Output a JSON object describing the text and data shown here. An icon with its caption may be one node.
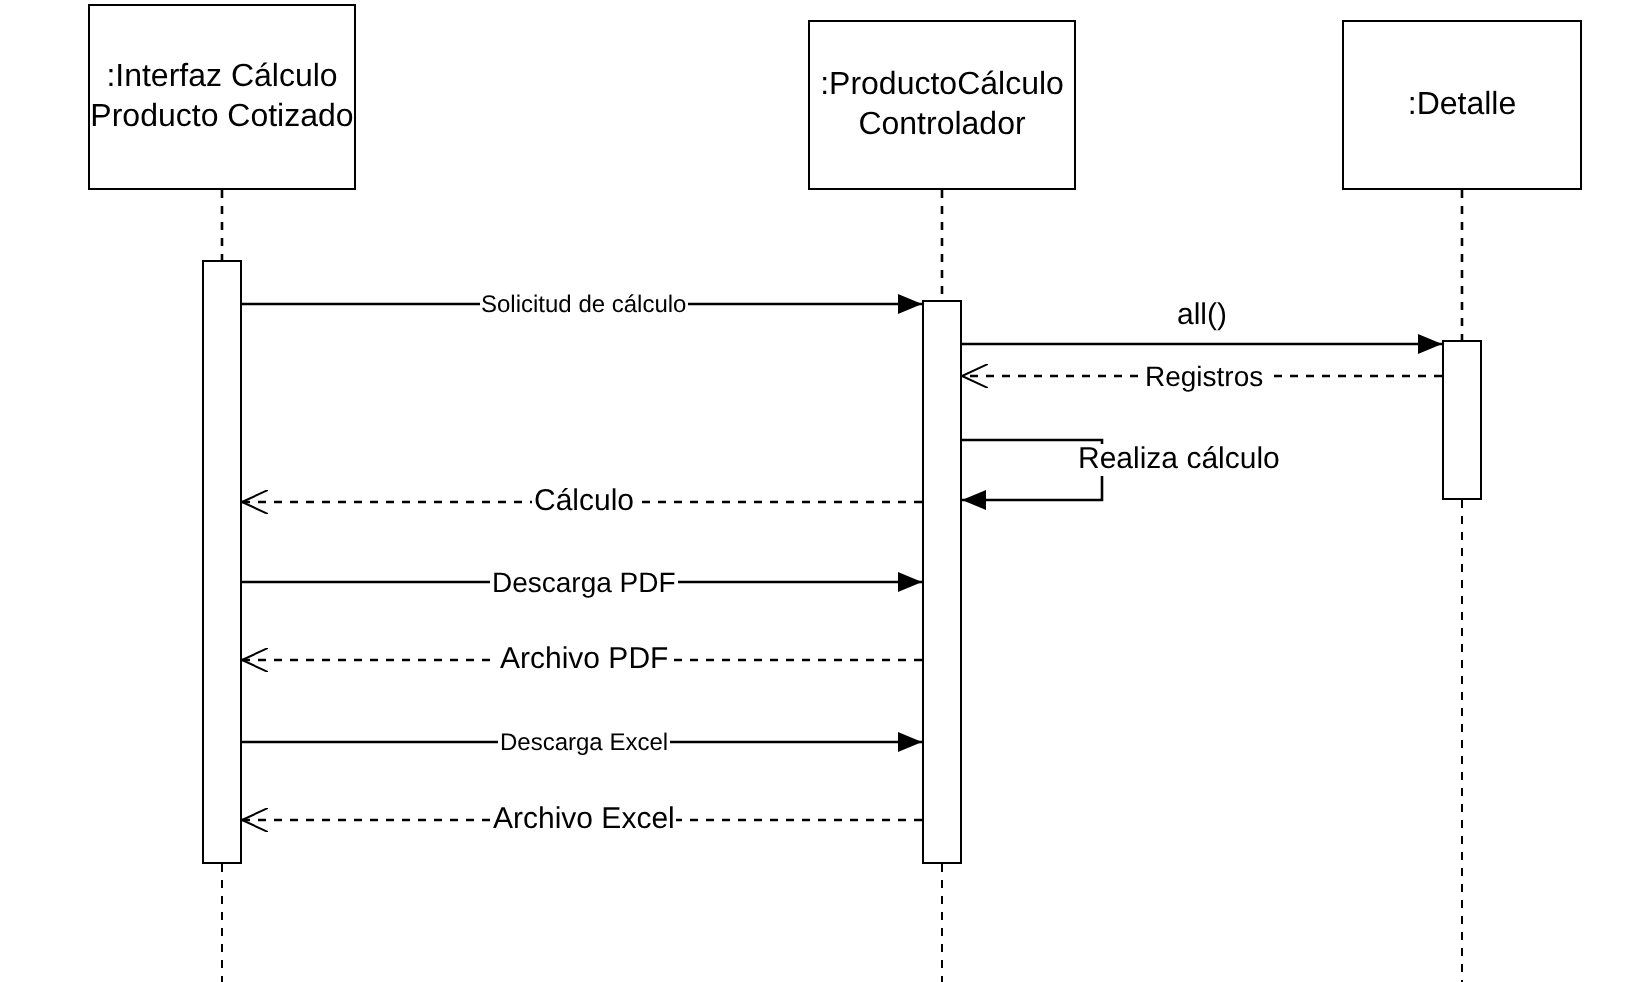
{
  "diagram": {
    "nodes": [
      {
        "text": [
          ":Interfaz Cálculo Producto Cotizado"
        ]
      },
      {
        "text": [
          ":ProductoCálculo Controlador"
        ]
      },
      {
        "text": [
          ":Detalle"
        ]
      },
      {
        "text": [],
        "shape": "bar"
      },
      {
        "text": [],
        "shape": "bar"
      },
      {
        "text": [],
        "shape": "bar"
      }
    ],
    "edges": [
      {
        "from": 0,
        "to": 3,
        "arrow": "none",
        "style": "dashed"
      },
      {
        "from": 1,
        "to": 4,
        "arrow": "none",
        "style": "dashed"
      },
      {
        "from": 2,
        "to": 5,
        "arrow": "none",
        "style": "dashed"
      },
      {
        "from": 3,
        "to": 4,
        "arrow": "to",
        "label": "Solicitud de cálculo"
      },
      {
        "from": 4,
        "to": 5,
        "arrow": "to",
        "label": "all()"
      },
      {
        "from": 5,
        "to": 4,
        "arrow": "to",
        "label": "Registros",
        "style": "dashed"
      },
      {
        "from": 4,
        "to": 4,
        "arrow": "to",
        "label": "Realiza cálculo"
      },
      {
        "from": 4,
        "to": 3,
        "arrow": "to",
        "label": "Cálculo",
        "style": "dashed"
      },
      {
        "from": 3,
        "to": 4,
        "arrow": "to",
        "label": "Descarga PDF"
      },
      {
        "from": 4,
        "to": 3,
        "arrow": "to",
        "label": "Archivo PDF",
        "style": "dashed"
      },
      {
        "from": 3,
        "to": 4,
        "arrow": "to",
        "label": "Descarga Excel"
      },
      {
        "from": 4,
        "to": 3,
        "arrow": "to",
        "label": "Archivo Excel",
        "style": "dashed"
      }
    ]
  }
}
